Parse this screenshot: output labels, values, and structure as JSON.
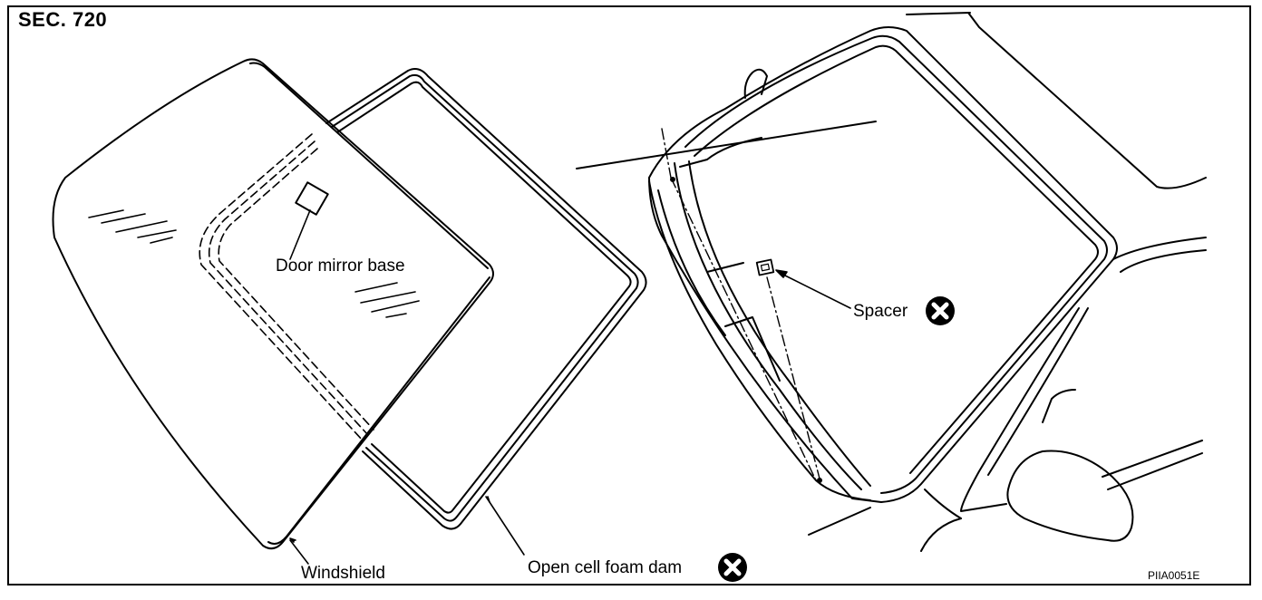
{
  "section_label": "SEC. 720",
  "labels": {
    "door_mirror_base": "Door mirror base",
    "windshield": "Windshield",
    "open_cell_foam_dam": "Open cell foam dam",
    "spacer": "Spacer"
  },
  "figure_code": "PIIA0051E",
  "symbols": {
    "do_not_reuse": "circled-x-icon"
  },
  "colors": {
    "line": "#000000",
    "background": "#ffffff"
  }
}
